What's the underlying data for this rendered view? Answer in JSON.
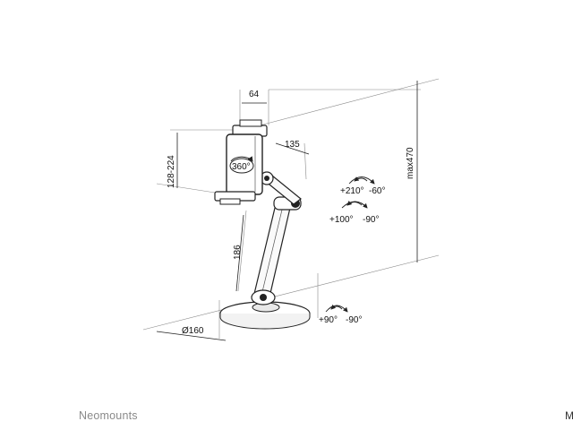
{
  "dimensions": {
    "holder_depth": "64",
    "holder_width": "128-224",
    "arm_reach": "135",
    "max_height": "max470",
    "lower_arm": "186",
    "base_diameter": "Ø160"
  },
  "rotation_labels": {
    "holder_rotation": "360°",
    "top_tilt_plus": "+210°",
    "top_tilt_minus": "-60°",
    "mid_tilt_plus": "+100°",
    "mid_tilt_minus": "-90°",
    "base_tilt_plus": "+90°",
    "base_tilt_minus": "-90°"
  },
  "brand": {
    "name": "Neomounts",
    "edge_letter": "M"
  }
}
